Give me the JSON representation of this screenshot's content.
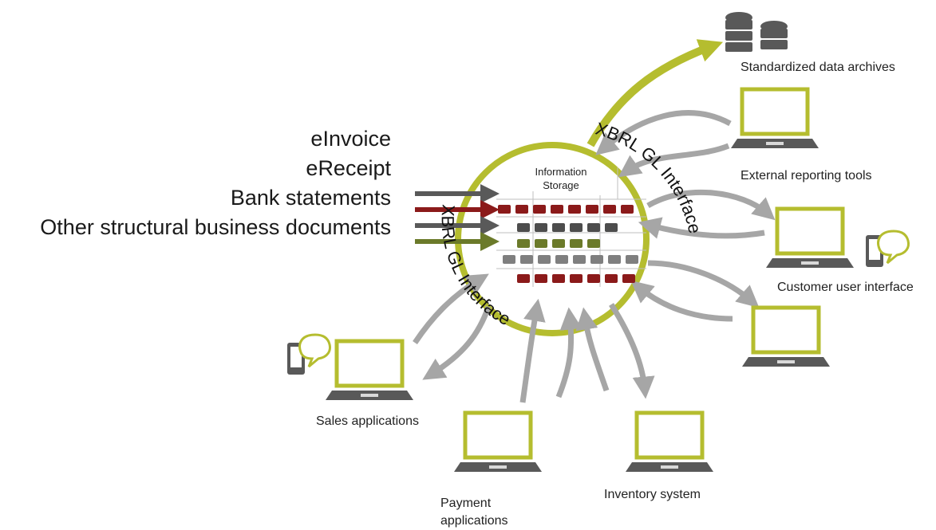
{
  "sources": [
    "eInvoice",
    "eReceipt",
    "Bank statements",
    "Other structural business documents"
  ],
  "storage_label": "Information Storage",
  "interface_label": "XBRL GL Interface",
  "nodes": {
    "archives": "Standardized data archives",
    "external_reporting": "External reporting tools",
    "customer_ui": "Customer user interface",
    "sales": "Sales applications",
    "payment": "Payment applications",
    "inventory": "Inventory system"
  },
  "colors": {
    "ring": "#b5bd2f",
    "laptop_screen": "#b5bd2f",
    "laptop_body": "#595959",
    "arrow_gray": "#a6a6a6",
    "arrow_dark": "#595959",
    "arrow_red": "#8b1a1a",
    "arrow_green": "#6b7a2a",
    "cell_red": "#8b1a1a",
    "cell_dark": "#4d4d4d",
    "cell_green": "#6b7a2a",
    "cell_gray": "#7f7f7f"
  },
  "icons": [
    "database-icon",
    "laptop-icon",
    "tablet-chat-icon"
  ]
}
